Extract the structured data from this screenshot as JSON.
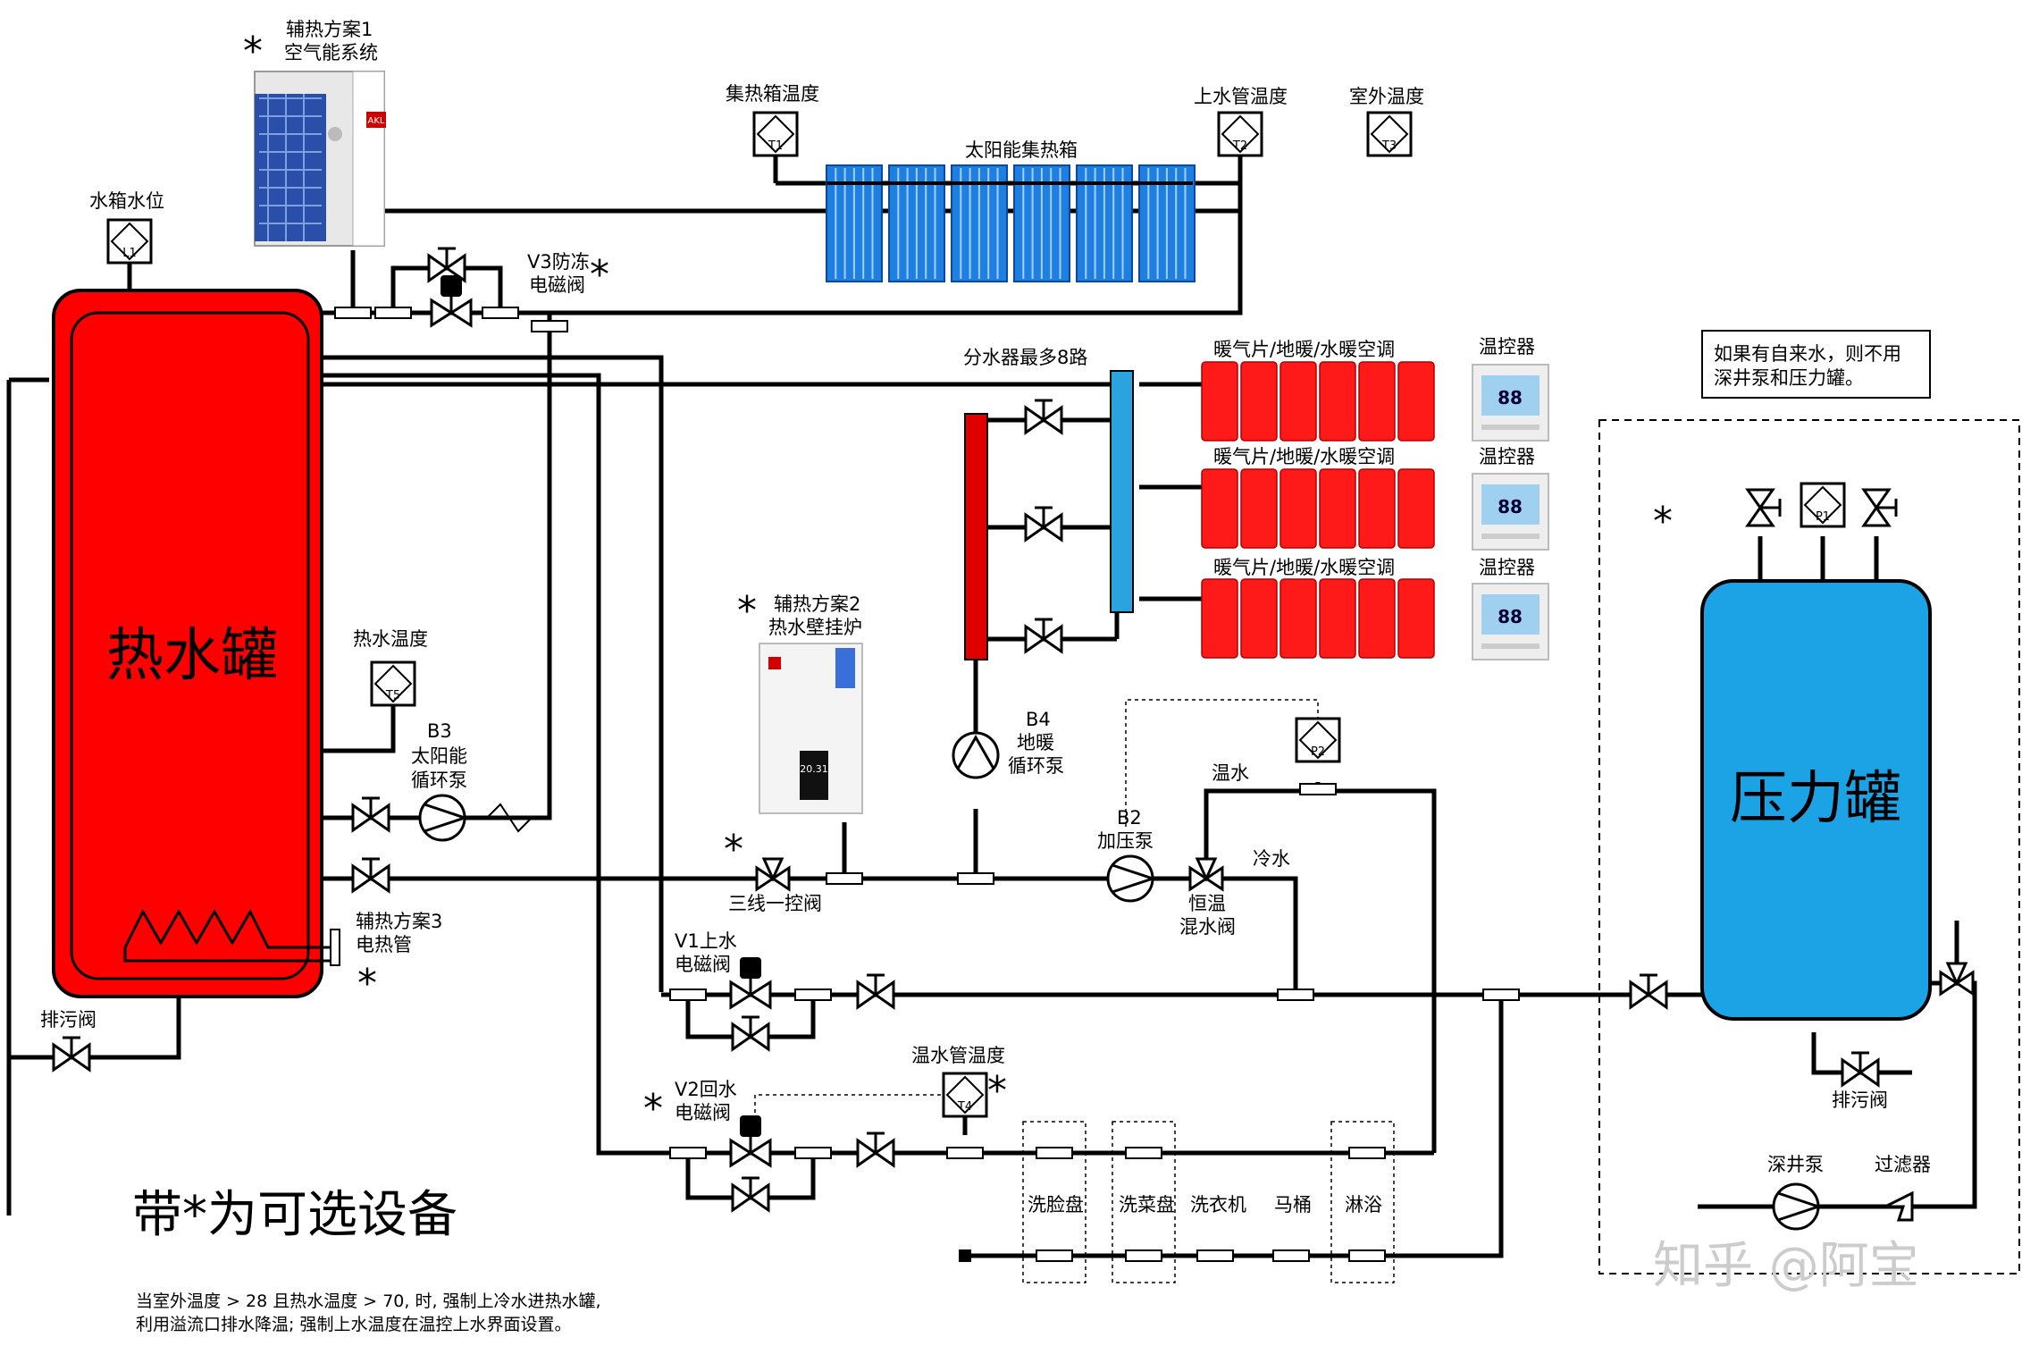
{
  "labels": {
    "aux1_title": "辅热方案1",
    "aux1_sub": "空气能系统",
    "tank_level": "水箱水位",
    "collector_temp": "集热箱温度",
    "solar_collector": "太阳能集热箱",
    "upper_pipe_temp": "上水管温度",
    "outdoor_temp": "室外温度",
    "v3_line1": "V3防冻",
    "v3_line2": "电磁阀",
    "distributor": "分水器最多8路",
    "radiator_1": "暖气片/地暖/水暖空调",
    "radiator_2": "暖气片/地暖/水暖空调",
    "radiator_3": "暖气片/地暖/水暖空调",
    "thermostat_1": "温控器",
    "thermostat_2": "温控器",
    "thermostat_3": "温控器",
    "note_line1": "如果有自来水，则不用",
    "note_line2": "深井泵和压力罐。",
    "hot_tank": "热水罐",
    "hot_water_temp": "热水温度",
    "b3_name": "B3",
    "b3_line1": "太阳能",
    "b3_line2": "循环泵",
    "aux2_title": "辅热方案2",
    "aux2_sub": "热水壁挂炉",
    "b4_name": "B4",
    "b4_line1": "地暖",
    "b4_line2": "循环泵",
    "warm_water": "温水",
    "cold_water": "冷水",
    "b2_name": "B2",
    "b2_line1": "加压泵",
    "mixing_line1": "恒温",
    "mixing_line2": "混水阀",
    "three_way": "三线一控阀",
    "aux3_title": "辅热方案3",
    "aux3_sub": "电热管",
    "drain_left": "排污阀",
    "v1_line1": "V1上水",
    "v1_line2": "电磁阀",
    "v2_line1": "V2回水",
    "v2_line2": "电磁阀",
    "warm_pipe_temp": "温水管温度",
    "pressure_tank": "压力罐",
    "drain_right": "排污阀",
    "well_pump": "深井泵",
    "filter": "过滤器",
    "fixture_wash": "洗脸盘",
    "fixture_veg": "洗菜盘",
    "fixture_laundry": "洗衣机",
    "fixture_toilet": "马桶",
    "fixture_shower": "淋浴",
    "optional_legend": "带*为可选设备",
    "footnote_line1": "当室外温度 > 28 且热水温度 > 70, 时, 强制上冷水进热水罐,",
    "footnote_line2": "利用溢流口排水降温; 强制上水温度在温控上水界面设置。",
    "watermark": "知乎 @阿宝",
    "heatpump_brand": "AKL",
    "heater_display": "20.31"
  },
  "sensors": {
    "tank_level": "L1",
    "collector": "T1",
    "upper_pipe": "T2",
    "outdoor": "T3",
    "warm_pipe": "T4",
    "hot_water": "T5",
    "pressure_p1": "P1",
    "pressure_p2": "P2"
  },
  "thermostat_display": "88",
  "colors": {
    "hot_tank": "#ff0000",
    "pressure_tank": "#1ba3e6",
    "solar_panel": "#1f7fe0",
    "radiator": "#ff1a1a",
    "distributor": "#2aa3e0",
    "red_header": "#e00000",
    "pipe": "#000000"
  }
}
